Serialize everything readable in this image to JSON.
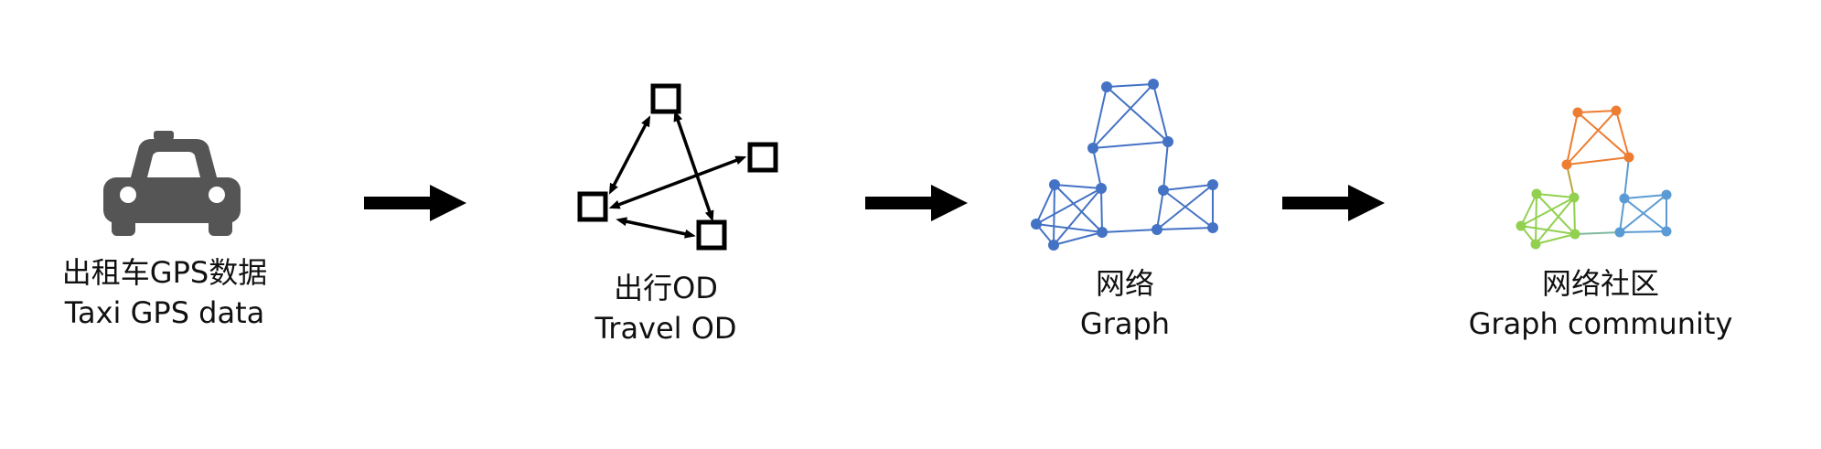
{
  "colors": {
    "ink": "#000000",
    "taxi": "#555555",
    "graph_blue": "#4472c4",
    "community_orange": "#ed7d31",
    "community_green": "#92d050",
    "community_lightblue": "#5b9bd5"
  },
  "steps": [
    {
      "icon": "taxi-icon",
      "zh": "出租车GPS数据",
      "en": "Taxi GPS data"
    },
    {
      "icon": "od-icon",
      "zh": "出行OD",
      "en": "Travel OD"
    },
    {
      "icon": "graph-icon",
      "zh": "网络",
      "en": "Graph"
    },
    {
      "icon": "community-graph-icon",
      "zh": "网络社区",
      "en": "Graph community"
    }
  ],
  "arrows": 3
}
